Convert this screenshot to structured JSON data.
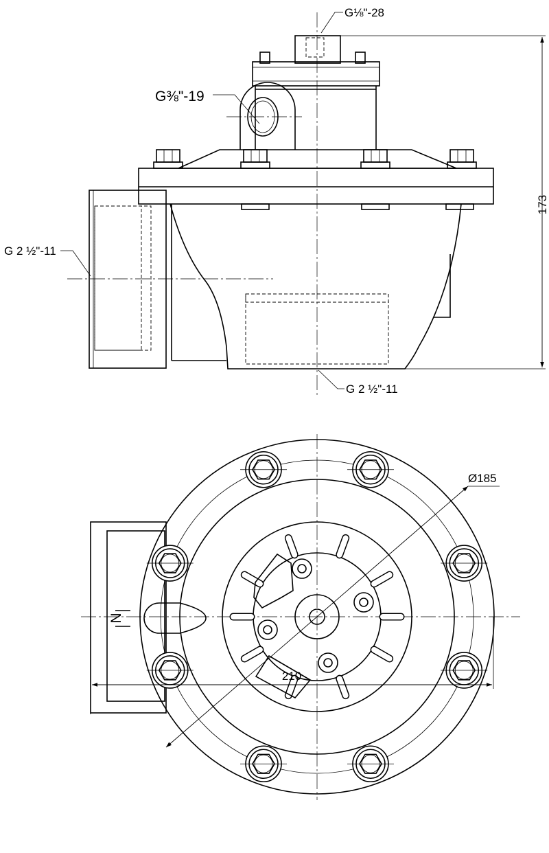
{
  "annotations": {
    "pilot_port": "G⅛\"-28",
    "side_port": "G⅜\"-19",
    "inlet_port": "G 2 ½\"-11",
    "outlet_port": "G 2 ½\"-11",
    "diameter": "Ø185",
    "height": "173",
    "width": "210",
    "flow_mark": "N"
  }
}
